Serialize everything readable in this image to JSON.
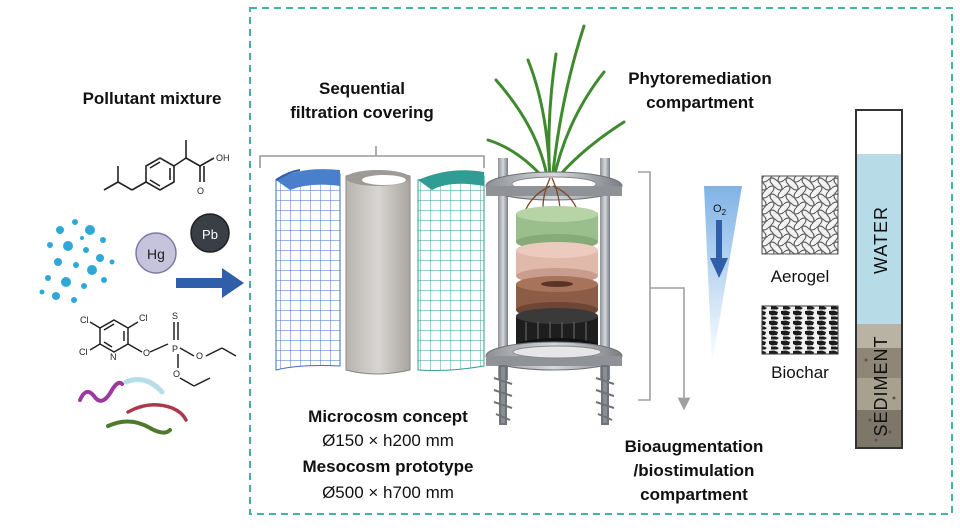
{
  "pollutants": {
    "title": "Pollutant mixture",
    "hg": "Hg",
    "pb": "Pb",
    "oh": "OH",
    "cl": "Cl",
    "n": "N",
    "o": "O",
    "p": "P",
    "s": "S"
  },
  "filtration": {
    "title_line1": "Sequential",
    "title_line2": "filtration covering"
  },
  "phyto": {
    "line1": "Phytoremediation",
    "line2": "compartment"
  },
  "concept": {
    "micro_title": "Microcosm concept",
    "micro_dims": "Ø150 × h200 mm",
    "meso_title": "Mesocosm prototype",
    "meso_dims": "Ø500 × h700 mm"
  },
  "bio": {
    "line1": "Bioaugmentation",
    "line2": "/biostimulation",
    "line3": "compartment"
  },
  "materials": {
    "o2": "O",
    "o2_sub": "2",
    "aerogel": "Aerogel",
    "biochar": "Biochar"
  },
  "column": {
    "water": "WATER",
    "sediment": "SEDIMENT"
  },
  "colors": {
    "frame": "#3fb5a5",
    "arrow": "#2f5fa8",
    "grid_blue": "#3a6fc2",
    "grid_teal": "#2f9d93"
  }
}
